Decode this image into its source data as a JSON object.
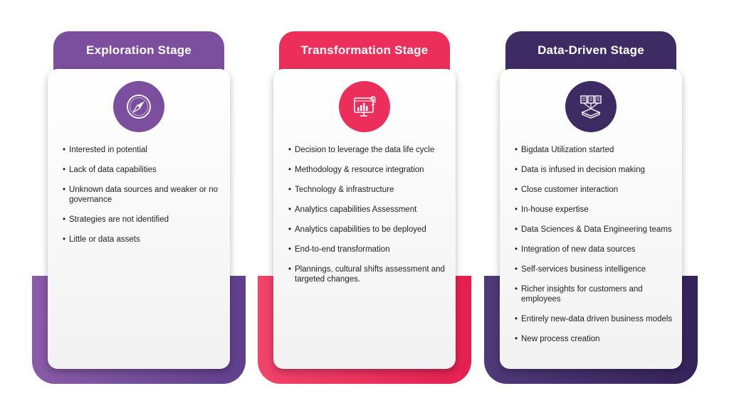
{
  "stages": [
    {
      "title": "Exploration Stage",
      "color": "#7b4f9d",
      "icon": "compass-icon",
      "items": [
        "Interested in potential",
        "Lack of data capabilities",
        "Unknown data sources and weaker or no governance",
        "Strategies are not identified",
        "Little or data assets"
      ]
    },
    {
      "title": "Transformation Stage",
      "color": "#ec2f5a",
      "icon": "analytics-monitor-icon",
      "items": [
        "Decision to leverage the data life cycle",
        "Methodology & resource integration",
        "Technology & infrastructure",
        "Analytics capabilities Assessment",
        "Analytics capabilities  to be deployed",
        "End-to-end transformation",
        "Plannings, cultural shifts assessment and targeted changes."
      ]
    },
    {
      "title": "Data-Driven Stage",
      "color": "#3d2b63",
      "icon": "data-documents-server-icon",
      "items": [
        "Bigdata Utilization started",
        "Data is infused in decision making",
        "Close customer interaction",
        "In-house expertise",
        "Data Sciences & Data Engineering teams",
        "Integration of new data sources",
        "Self-services business intelligence",
        "Richer insights for customers and employees",
        "Entirely new-data driven business models",
        "New process creation"
      ]
    }
  ]
}
